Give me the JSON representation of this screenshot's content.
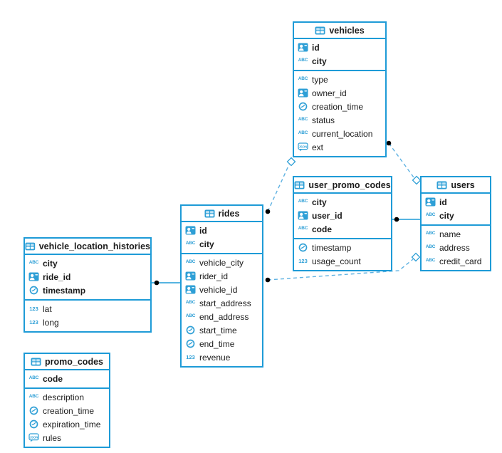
{
  "icons": {
    "string": "ABC",
    "number": "123",
    "json": "JSON"
  },
  "colors": {
    "table_border": "#1e9bd7",
    "icon_blue": "#2e9fd6",
    "dashed_relation": "#5fb2e2",
    "solid_relation": "#1e9bd7",
    "relation_dot": "#000000",
    "text": "#1b1b1b"
  },
  "tables": {
    "vehicles": {
      "title": "vehicles",
      "pk": [
        {
          "label": "id",
          "type": "uuid"
        },
        {
          "label": "city",
          "type": "string"
        }
      ],
      "fields": [
        {
          "label": "type",
          "type": "string"
        },
        {
          "label": "owner_id",
          "type": "uuid"
        },
        {
          "label": "creation_time",
          "type": "datetime"
        },
        {
          "label": "status",
          "type": "string"
        },
        {
          "label": "current_location",
          "type": "string"
        },
        {
          "label": "ext",
          "type": "json"
        }
      ]
    },
    "user_promo_codes": {
      "title": "user_promo_codes",
      "pk": [
        {
          "label": "city",
          "type": "string"
        },
        {
          "label": "user_id",
          "type": "uuid"
        },
        {
          "label": "code",
          "type": "string"
        }
      ],
      "fields": [
        {
          "label": "timestamp",
          "type": "datetime"
        },
        {
          "label": "usage_count",
          "type": "number"
        }
      ]
    },
    "users": {
      "title": "users",
      "pk": [
        {
          "label": "id",
          "type": "uuid"
        },
        {
          "label": "city",
          "type": "string"
        }
      ],
      "fields": [
        {
          "label": "name",
          "type": "string"
        },
        {
          "label": "address",
          "type": "string"
        },
        {
          "label": "credit_card",
          "type": "string"
        }
      ]
    },
    "rides": {
      "title": "rides",
      "pk": [
        {
          "label": "id",
          "type": "uuid"
        },
        {
          "label": "city",
          "type": "string"
        }
      ],
      "fields": [
        {
          "label": "vehicle_city",
          "type": "string"
        },
        {
          "label": "rider_id",
          "type": "uuid"
        },
        {
          "label": "vehicle_id",
          "type": "uuid"
        },
        {
          "label": "start_address",
          "type": "string"
        },
        {
          "label": "end_address",
          "type": "string"
        },
        {
          "label": "start_time",
          "type": "datetime"
        },
        {
          "label": "end_time",
          "type": "datetime"
        },
        {
          "label": "revenue",
          "type": "number"
        }
      ]
    },
    "vehicle_location_histories": {
      "title": "vehicle_location_histories",
      "pk": [
        {
          "label": "city",
          "type": "string"
        },
        {
          "label": "ride_id",
          "type": "uuid"
        },
        {
          "label": "timestamp",
          "type": "datetime"
        }
      ],
      "fields": [
        {
          "label": "lat",
          "type": "number"
        },
        {
          "label": "long",
          "type": "number"
        }
      ]
    },
    "promo_codes": {
      "title": "promo_codes",
      "pk": [
        {
          "label": "code",
          "type": "string"
        }
      ],
      "fields": [
        {
          "label": "description",
          "type": "string"
        },
        {
          "label": "creation_time",
          "type": "datetime"
        },
        {
          "label": "expiration_time",
          "type": "datetime"
        },
        {
          "label": "rules",
          "type": "json"
        }
      ]
    }
  },
  "relations": [
    {
      "from": "rides.vehicle_id",
      "to": "vehicles",
      "style": "dashed"
    },
    {
      "from": "vehicles.owner_id",
      "to": "users",
      "style": "dashed"
    },
    {
      "from": "rides.rider_id",
      "to": "users",
      "style": "dashed"
    },
    {
      "from": "user_promo_codes.user_id",
      "to": "users",
      "style": "solid"
    },
    {
      "from": "vehicle_location_histories.ride_id",
      "to": "rides",
      "style": "solid"
    }
  ]
}
